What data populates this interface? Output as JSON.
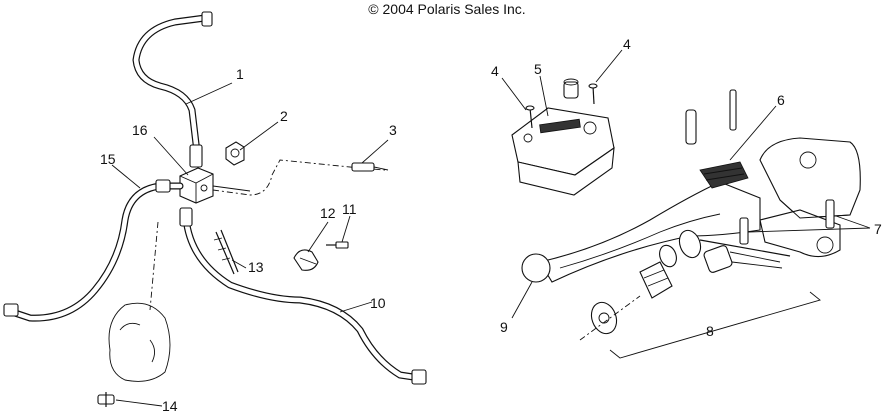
{
  "header": {
    "copyright": "© 2004 Polaris Sales Inc."
  },
  "callouts": {
    "n1": "1",
    "n2": "2",
    "n3": "3",
    "n4a": "4",
    "n4b": "4",
    "n5": "5",
    "n6": "6",
    "n7": "7",
    "n8": "8",
    "n9": "9",
    "n10": "10",
    "n11": "11",
    "n12": "12",
    "n13": "13",
    "n14": "14",
    "n15": "15",
    "n16": "16"
  }
}
